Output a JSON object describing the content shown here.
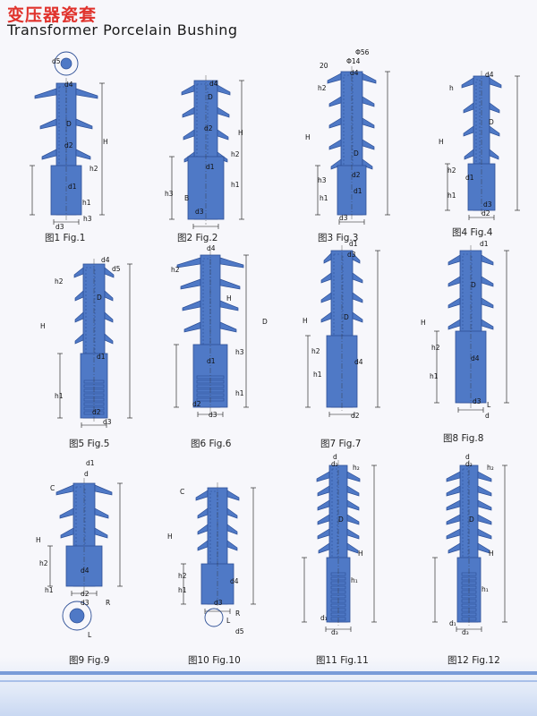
{
  "header": {
    "title_cn": "变压器瓷套",
    "title_en": "Transformer  Porcelain  Bushing"
  },
  "colors": {
    "body": "#4f79c6",
    "body_dark": "#2d4f96",
    "title_red": "#e0322c",
    "line": "#111111"
  },
  "figures": [
    {
      "caption": "图1 Fig.1",
      "labels": [
        "d5",
        "d4",
        "D",
        "d2",
        "H",
        "h2",
        "d1",
        "h1",
        "h3",
        "d3"
      ]
    },
    {
      "caption": "图2 Fig.2",
      "labels": [
        "d4",
        "D",
        "d2",
        "H",
        "h2",
        "d1",
        "h1",
        "h3",
        "B",
        "d3"
      ]
    },
    {
      "caption": "图3 Fig.3",
      "labels": [
        "Φ56",
        "Φ14",
        "20",
        "d4",
        "h2",
        "H",
        "D",
        "d2",
        "h3",
        "d1",
        "h1",
        "d3"
      ]
    },
    {
      "caption": "图4 Fig.4",
      "labels": [
        "d4",
        "h",
        "D",
        "H",
        "h2",
        "d1",
        "h1",
        "d3",
        "d2"
      ]
    },
    {
      "caption": "图5 Fig.5",
      "labels": [
        "d4",
        "d5",
        "h2",
        "D",
        "H",
        "d1",
        "h1",
        "d2",
        "d3"
      ]
    },
    {
      "caption": "图6 Fig.6",
      "labels": [
        "d4",
        "h2",
        "H",
        "D",
        "h3",
        "d1",
        "h1",
        "d2",
        "d3"
      ]
    },
    {
      "caption": "图7 Fig.7",
      "labels": [
        "d1",
        "d3",
        "D",
        "H",
        "h2",
        "d4",
        "h1",
        "d2"
      ]
    },
    {
      "caption": "图8 Fig.8",
      "labels": [
        "d1",
        "D",
        "H",
        "h2",
        "d4",
        "h1",
        "d3",
        "L",
        "d"
      ]
    },
    {
      "caption": "图9 Fig.9",
      "labels": [
        "d1",
        "d",
        "C",
        "H",
        "h2",
        "d4",
        "h1",
        "d2",
        "d3",
        "R",
        "L"
      ]
    },
    {
      "caption": "图10 Fig.10",
      "labels": [
        "C",
        "H",
        "h2",
        "d4",
        "h1",
        "d3",
        "R",
        "L",
        "d5"
      ]
    },
    {
      "caption": "图11 Fig.11",
      "labels": [
        "d",
        "d₂",
        "h₂",
        "D",
        "H",
        "h₁",
        "d₁",
        "d₃"
      ]
    },
    {
      "caption": "图12 Fig.12",
      "labels": [
        "d",
        "d₂",
        "h₂",
        "D",
        "H",
        "h₁",
        "d₁",
        "d₃"
      ]
    }
  ]
}
